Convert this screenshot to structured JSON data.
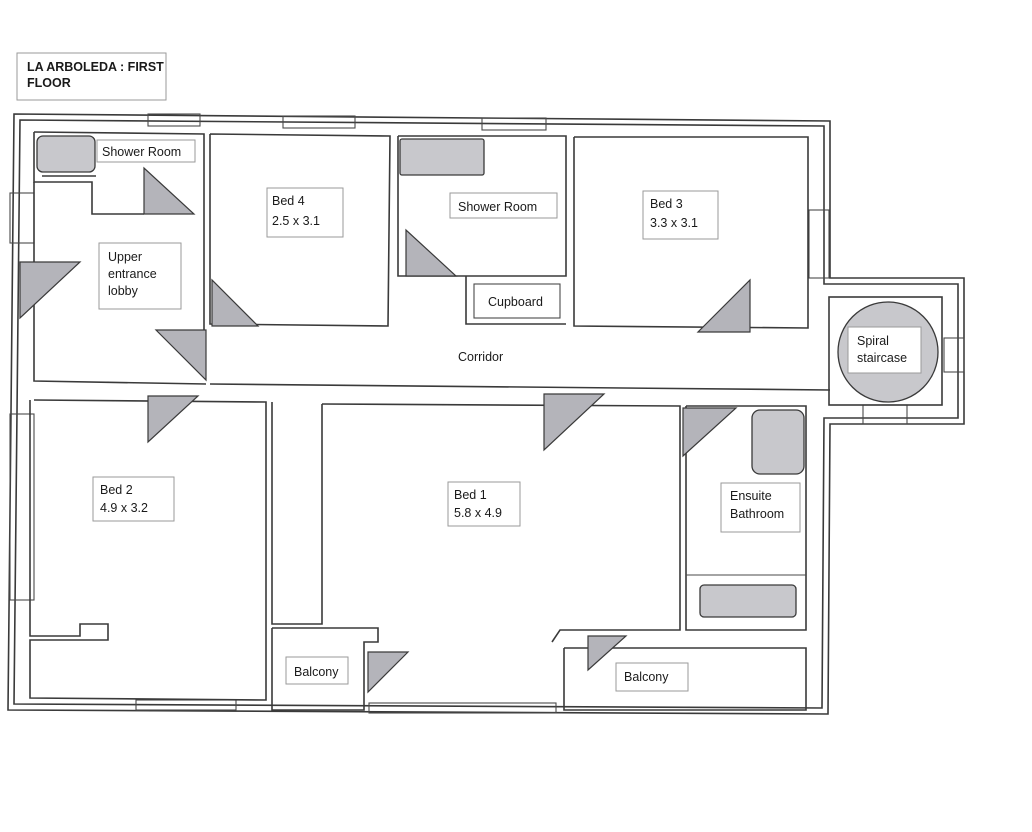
{
  "title": {
    "line1": "LA ARBOLEDA : FIRST",
    "line2": "FLOOR"
  },
  "rooms": {
    "shower_room_1": {
      "name": "Shower Room"
    },
    "upper_lobby": {
      "line1": "Upper",
      "line2": "entrance",
      "line3": "lobby"
    },
    "bed4": {
      "name": "Bed 4",
      "size": "2.5 x 3.1"
    },
    "shower_room_2": {
      "name": "Shower Room"
    },
    "cupboard": {
      "name": "Cupboard"
    },
    "bed3": {
      "name": "Bed 3",
      "size": "3.3 x 3.1"
    },
    "corridor": {
      "name": "Corridor"
    },
    "spiral": {
      "line1": "Spiral",
      "line2": "staircase"
    },
    "bed2": {
      "name": "Bed 2",
      "size": "4.9 x 3.2"
    },
    "bed1": {
      "name": "Bed 1",
      "size": "5.8 x 4.9"
    },
    "ensuite": {
      "line1": "Ensuite",
      "line2": "Bathroom"
    },
    "balcony_left": {
      "name": "Balcony"
    },
    "balcony_right": {
      "name": "Balcony"
    }
  },
  "colors": {
    "wall": "#3a3a3a",
    "fixture_fill": "#c8c8cc",
    "door_fill": "#b4b4ba",
    "label_border": "#9a9a9a"
  },
  "icons": {
    "door": "door-swing-icon",
    "shower": "shower-tray-icon",
    "bath": "bathtub-icon",
    "stair": "spiral-staircase-icon"
  }
}
